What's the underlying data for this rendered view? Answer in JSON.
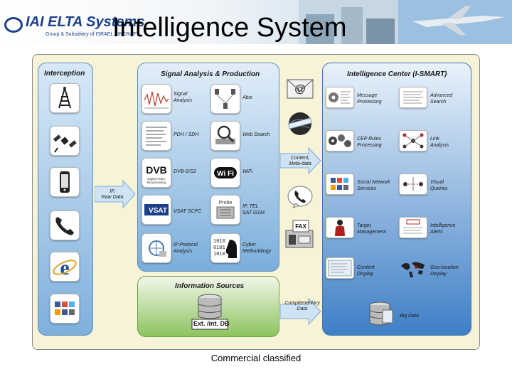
{
  "header": {
    "logo_text": "IAI ELTA Systems",
    "logo_subtitle": "Group & Subsidiary of ISRAEL AIRCRAFT",
    "title": "Intelligence System"
  },
  "interception": {
    "title": "Interception",
    "icons": [
      "antenna-tower-icon",
      "satellite-icon",
      "mobile-phone-icon",
      "telephone-icon",
      "internet-explorer-icon",
      "social-media-icon"
    ]
  },
  "signal_analysis": {
    "title": "Signal Analysis & Production",
    "items": [
      {
        "label": "Signal\nAnalysis",
        "icon": "waveform-icon"
      },
      {
        "label": "Abis",
        "icon": "network-nodes-icon"
      },
      {
        "label": "PDH / SDH",
        "icon": "document-list-icon"
      },
      {
        "label": "Web Search",
        "icon": "magnifier-laptop-icon"
      },
      {
        "label": "DVB-S/S2",
        "icon": "dvb-logo-icon",
        "tile_text": "DVB",
        "tile_sub": "Digital Video\nBroadcasting"
      },
      {
        "label": "WiFi",
        "icon": "wifi-logo-icon",
        "tile_text": "Wi Fi"
      },
      {
        "label": "VSAT SCPC",
        "icon": "vsat-logo-icon",
        "tile_text": "VSAT"
      },
      {
        "label": "IP, TEL\nSAT GSM",
        "icon": "probe-icon",
        "tile_text": "Probe"
      },
      {
        "label": "IP Protocol\nAnalysis",
        "icon": "protocol-icon"
      },
      {
        "label": "Cyber\nMethodology",
        "icon": "binary-head-icon",
        "tile_text": "1010\n0101\n1010"
      }
    ]
  },
  "information_sources": {
    "title": "Information Sources",
    "db_label": "Ext. /int. DB"
  },
  "intelligence_center": {
    "title": "Intelligence Center (I-SMART)",
    "items": [
      {
        "label": "Message\nProcessing",
        "icon": "gears-doc-icon"
      },
      {
        "label": "Advanced\nSearch",
        "icon": "search-doc-icon"
      },
      {
        "label": "CEP Rules\nProcessing",
        "icon": "gears-icon"
      },
      {
        "label": "Link\nAnalysis",
        "icon": "link-graph-icon"
      },
      {
        "label": "Social Network\nServices",
        "icon": "social-network-icon"
      },
      {
        "label": "Visual\nQueries",
        "icon": "visual-query-icon"
      },
      {
        "label": "Target\nManagement",
        "icon": "target-person-icon"
      },
      {
        "label": "Intelligence\nAlerts",
        "icon": "alert-doc-icon"
      },
      {
        "label": "Content\nDisplay",
        "icon": "content-screen-icon"
      },
      {
        "label": "Geo-location\nDisplay",
        "icon": "world-map-icon"
      },
      {
        "label": "Big Data",
        "icon": "database-icon"
      }
    ]
  },
  "flows": {
    "ip_raw": "IP,\nRaw Data",
    "content_meta": "Content,\nMeta-data",
    "complementary": "Complementary\nData"
  },
  "mid_icons": [
    "email-icon",
    "globe-icon",
    "phone-bubble-icon",
    "fax-icon"
  ],
  "fax_text": "FAX",
  "footer": "Commercial classified",
  "colors": {
    "brand": "#1c3f8a",
    "signal_panel": "#7aaedb",
    "info_panel": "#8cc35e",
    "ic_panel": "#3f7fc6",
    "frame_bg": "#f7f3d6"
  }
}
